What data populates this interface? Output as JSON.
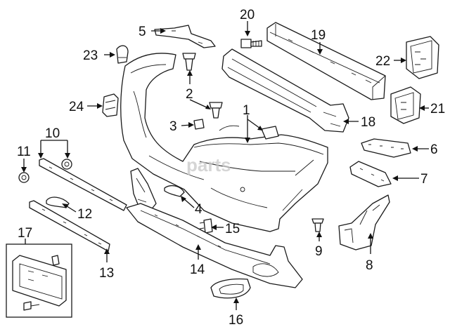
{
  "diagram": {
    "watermark": "parts",
    "callouts": [
      {
        "id": "c1",
        "label": "1"
      },
      {
        "id": "c2",
        "label": "2"
      },
      {
        "id": "c3",
        "label": "3"
      },
      {
        "id": "c4",
        "label": "4"
      },
      {
        "id": "c5",
        "label": "5"
      },
      {
        "id": "c6",
        "label": "6"
      },
      {
        "id": "c7",
        "label": "7"
      },
      {
        "id": "c8",
        "label": "8"
      },
      {
        "id": "c9",
        "label": "9"
      },
      {
        "id": "c10",
        "label": "10"
      },
      {
        "id": "c11",
        "label": "11"
      },
      {
        "id": "c12",
        "label": "12"
      },
      {
        "id": "c13",
        "label": "13"
      },
      {
        "id": "c14",
        "label": "14"
      },
      {
        "id": "c15",
        "label": "15"
      },
      {
        "id": "c16",
        "label": "16"
      },
      {
        "id": "c17",
        "label": "17"
      },
      {
        "id": "c18",
        "label": "18"
      },
      {
        "id": "c19",
        "label": "19"
      },
      {
        "id": "c20",
        "label": "20"
      },
      {
        "id": "c21",
        "label": "21"
      },
      {
        "id": "c22",
        "label": "22"
      },
      {
        "id": "c23",
        "label": "23"
      },
      {
        "id": "c24",
        "label": "24"
      }
    ]
  }
}
